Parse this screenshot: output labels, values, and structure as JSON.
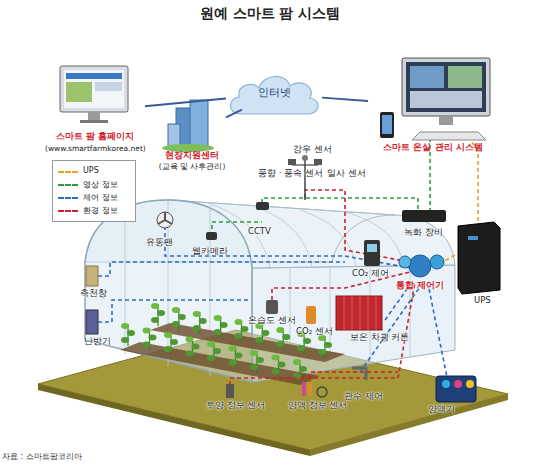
{
  "diagram": {
    "title": "원예 스마트 팜 시스템",
    "caption": "자료 : 스마트팜코리아",
    "nodes": [
      {
        "text": [
          "스마트 팜 홈페이지",
          "(www.smartfarmkorea.net)"
        ]
      },
      {
        "text": [
          "인터넷"
        ]
      },
      {
        "text": [
          "스마트 온실 관리 시스템"
        ]
      },
      {
        "text": [
          "현장지원센터",
          "(교육 및 사후관리)"
        ]
      }
    ],
    "edges": [
      {
        "from": 0,
        "to": 1,
        "arrow": "none"
      },
      {
        "from": 3,
        "to": 1,
        "arrow": "none"
      },
      {
        "from": 1,
        "to": 2,
        "arrow": "none"
      }
    ],
    "labels": [
      "강우 센서",
      "풍향 · 풍속 센서",
      "일사 센서",
      "CCTV",
      "유동팬",
      "웹카메라",
      "녹화 장비",
      "UPS",
      "측천창",
      "CO₂ 제어",
      "통합 제어기",
      "난방기",
      "온습도 센서",
      "CO₂ 센서",
      "보온 차광 커튼",
      "토양 정보 센서",
      "양액 정보 센서",
      "관수 제어",
      "양액기"
    ],
    "legend": [
      {
        "text": "UPS"
      },
      {
        "text": "영상 정보"
      },
      {
        "text": "제어 정보"
      },
      {
        "text": "환경 정보"
      }
    ]
  }
}
